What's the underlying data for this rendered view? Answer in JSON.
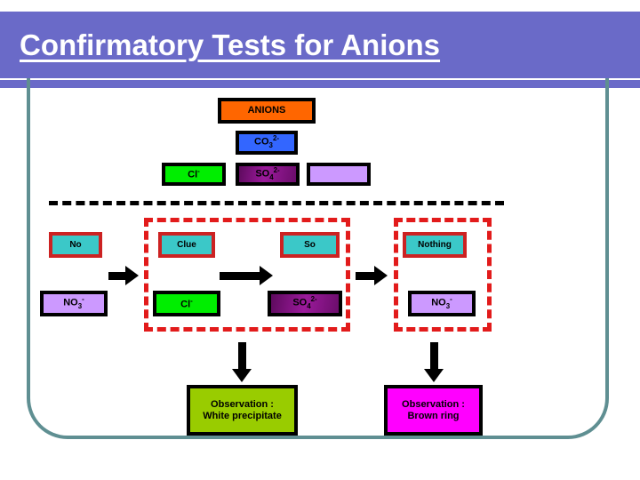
{
  "slide": {
    "title": "Confirmatory Tests for Anions",
    "banner_color": "#6a6ac8",
    "frame_color": "#5f8f92"
  },
  "tree": {
    "root": {
      "label": "ANIONS",
      "fill": "#ff6600",
      "border": "#000000"
    },
    "level2": {
      "label": "CO3 2-",
      "base": "CO",
      "sub": "3",
      "sup": "2-",
      "fill": "#3366ff",
      "border": "#000000"
    },
    "level3": [
      {
        "label": "Cl-",
        "base": "Cl",
        "sup": "-",
        "fill": "#00ee00",
        "border": "#000000"
      },
      {
        "label": "SO4 2-",
        "base": "SO",
        "sub": "4",
        "sup": "2-",
        "fill": "#7b0f7b",
        "border": "#000000"
      },
      {
        "label": "",
        "fill": "#cc99ff",
        "border": "#000000"
      }
    ]
  },
  "columns": [
    {
      "test_label": "No",
      "test_fill": "#3bc8c8",
      "test_border": "#cc2222",
      "ion_base": "NO",
      "ion_sub": "3",
      "ion_sup": "-",
      "ion_fill": "#cc99ff",
      "ion_border": "#000000"
    },
    {
      "test_label": "Clue",
      "test_fill": "#3bc8c8",
      "test_border": "#cc2222",
      "ion_base": "Cl",
      "ion_sub": "",
      "ion_sup": "-",
      "ion_fill": "#00ee00",
      "ion_border": "#000000"
    },
    {
      "test_label": "So",
      "test_fill": "#3bc8c8",
      "test_border": "#cc2222",
      "ion_base": "SO",
      "ion_sub": "4",
      "ion_sup": "2-",
      "ion_fill": "#7b0f7b",
      "ion_border": "#000000"
    },
    {
      "test_label": "Nothing",
      "test_fill": "#3bc8c8",
      "test_border": "#cc2222",
      "ion_base": "NO",
      "ion_sub": "3",
      "ion_sup": "-",
      "ion_fill": "#cc99ff",
      "ion_border": "#000000"
    }
  ],
  "observations": [
    {
      "line1": "Observation :",
      "line2": "White precipitate",
      "fill": "#99cc00",
      "border": "#000000"
    },
    {
      "line1": "Observation :",
      "line2": "Brown ring",
      "fill": "#ff00ff",
      "border": "#000000"
    }
  ]
}
